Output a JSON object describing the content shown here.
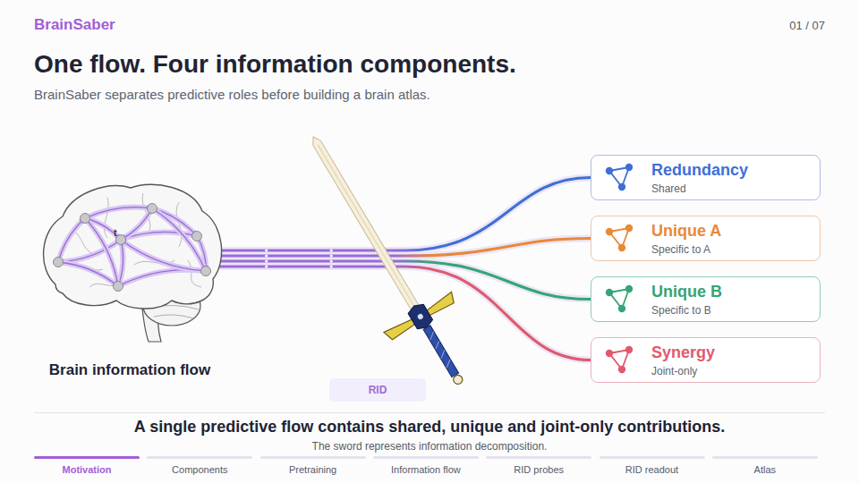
{
  "diagram": {
    "title": "One flow. Four information components.",
    "caption": "A single predictive flow contains shared, unique and joint-only contributions.",
    "nodes": [
      {
        "text": [
          "Brain information flow"
        ]
      },
      {
        "text": [
          "RID"
        ]
      },
      {
        "text": [
          "Redundancy",
          "Shared"
        ]
      },
      {
        "text": [
          "Unique A",
          "Specific to A"
        ]
      },
      {
        "text": [
          "Unique B",
          "Specific to B"
        ]
      },
      {
        "text": [
          "Synergy",
          "Joint-only"
        ]
      }
    ],
    "edges": [
      {
        "from": 0,
        "to": 2,
        "arrow": "none"
      },
      {
        "from": 0,
        "to": 3,
        "arrow": "none"
      },
      {
        "from": 0,
        "to": 4,
        "arrow": "none"
      },
      {
        "from": 0,
        "to": 5,
        "arrow": "none"
      }
    ],
    "labels": [
      "BrainSaber",
      "01 / 07",
      "BrainSaber separates predictive roles before building a brain atlas.",
      "t",
      "The sword represents information decomposition.",
      "Motivation",
      "Components",
      "Pretraining",
      "Information flow",
      "RID probes",
      "RID readout",
      "Atlas"
    ]
  }
}
